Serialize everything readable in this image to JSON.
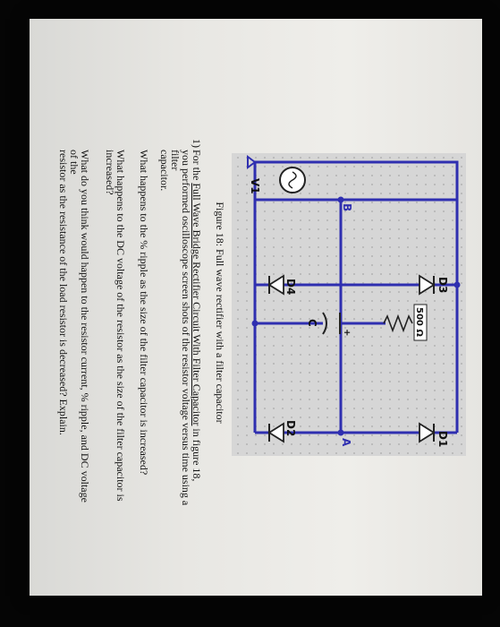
{
  "figure": {
    "caption": "Figure 18: Full wave rectifier with a filter capacitor",
    "labels": {
      "d1": "D1",
      "d2": "D2",
      "d3": "D3",
      "d4": "D4",
      "v1": "V1",
      "resistor": "500 Ω",
      "capacitor": "C",
      "node_a": "A",
      "node_b": "B",
      "cap_polarity": "+"
    },
    "wire_color": "#2f2fb0",
    "panel_color": "#d6d6d6"
  },
  "question": {
    "number": "1)",
    "intro_part1": "For the ",
    "intro_link": "Full Wave Bridge Rectifier Circuit With Filter Capacitor",
    "intro_part2": " in figure 18,",
    "intro_line2": "you performed oscilloscope screen shots of the resistor voltage versus time using a filter",
    "intro_line3": "capacitor.",
    "q1": "What happens to the % ripple as the size of the filter capacitor is increased?",
    "q2_line1": "What happens to the DC voltage of the resistor as the size of the filter capacitor is",
    "q2_line2": "increased?",
    "q3_line1": "What do you think would happen to the resistor current, % ripple, and DC voltage of the",
    "q3_line2": "resistor as the resistance of the load resistor is decreased? Explain."
  }
}
